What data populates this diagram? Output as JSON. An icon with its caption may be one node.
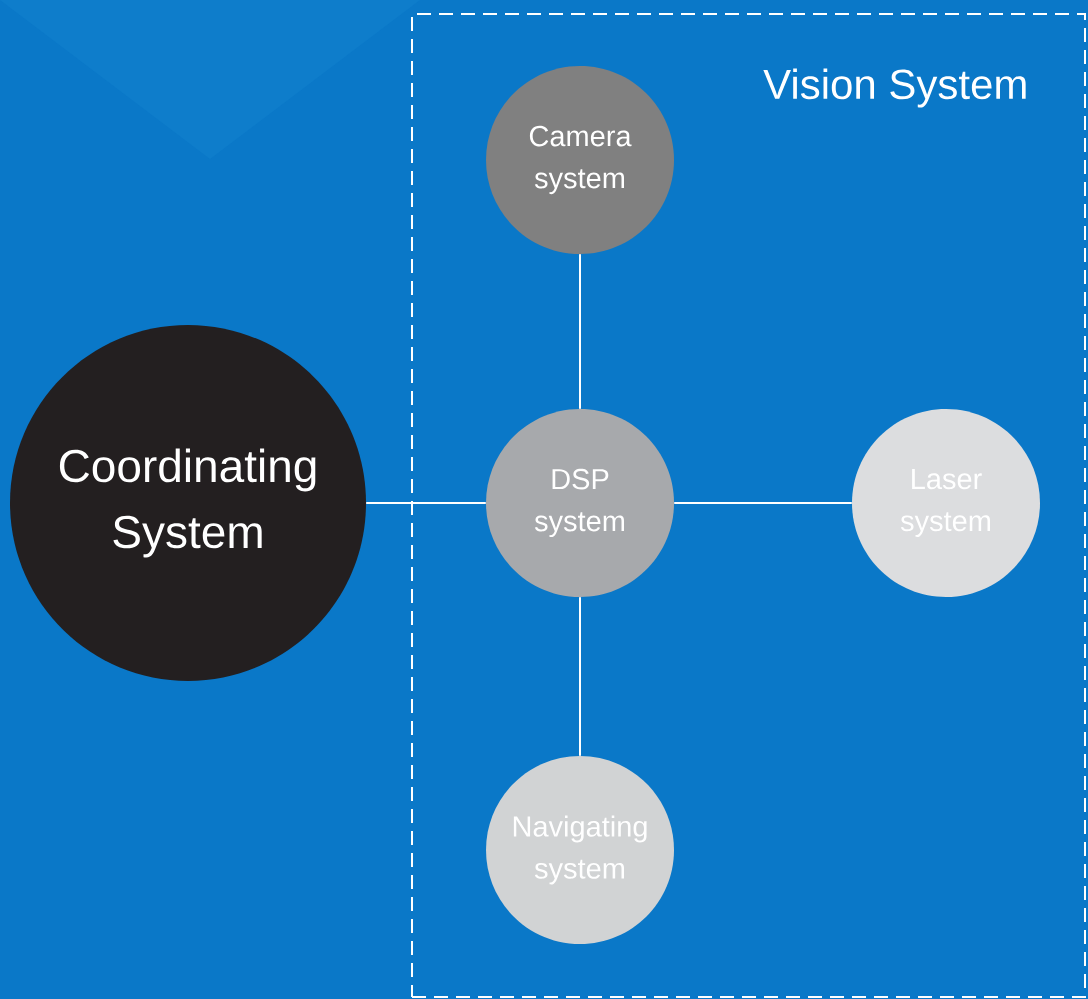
{
  "diagram": {
    "nodes": [
      {
        "text": [
          "Vision System"
        ]
      },
      {
        "text": [
          "Coordinating System"
        ]
      },
      {
        "text": [
          "Camera system"
        ],
        "in": 0
      },
      {
        "text": [
          "DSP system"
        ],
        "in": 0
      },
      {
        "text": [
          "Laser system"
        ],
        "in": 0
      },
      {
        "text": [
          "Navigating system"
        ],
        "in": 0
      }
    ],
    "edges": [
      {
        "from": 1,
        "to": 3,
        "arrow": "none"
      },
      {
        "from": 2,
        "to": 3,
        "arrow": "none"
      },
      {
        "from": 3,
        "to": 4,
        "arrow": "none"
      },
      {
        "from": 3,
        "to": 5,
        "arrow": "none"
      }
    ]
  }
}
